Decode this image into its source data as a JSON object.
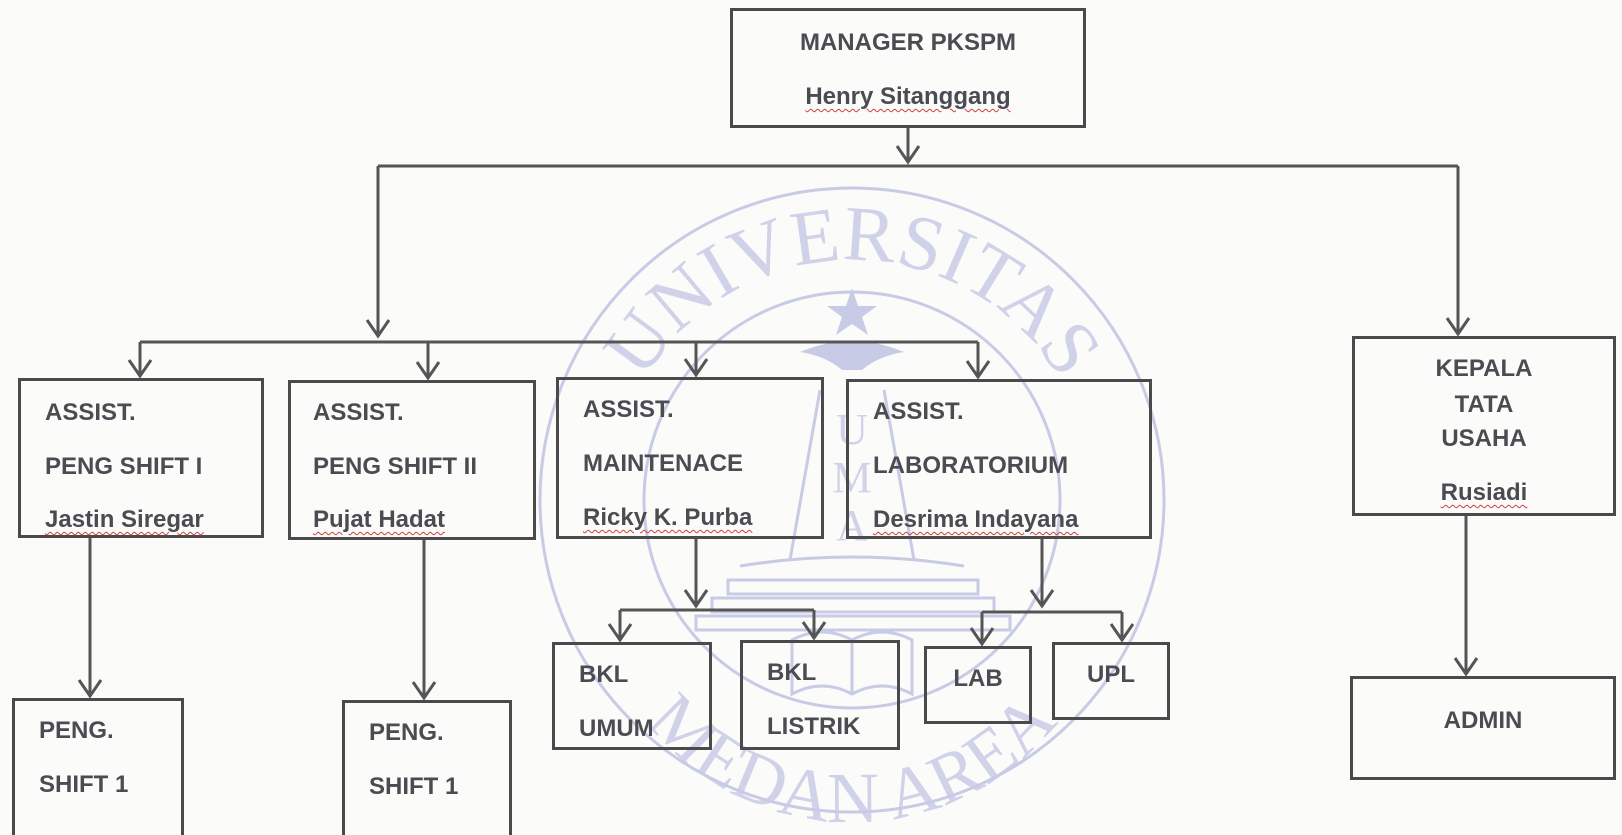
{
  "manager": {
    "title": "MANAGER PKSPM",
    "name": "Henry Sitanggang"
  },
  "assistants": [
    {
      "line1": "ASSIST.",
      "line2": "PENG SHIFT I",
      "name": "Jastin Siregar"
    },
    {
      "line1": "ASSIST.",
      "line2": "PENG SHIFT II",
      "name": "Pujat Hadat"
    },
    {
      "line1": "ASSIST.",
      "line2": "MAINTENACE",
      "name": "Ricky K. Purba"
    },
    {
      "line1": "ASSIST.",
      "line2": "LABORATORIUM",
      "name": "Desrima Indayana"
    }
  ],
  "kepala": {
    "line1": "KEPALA",
    "line2": "TATA",
    "line3": "USAHA",
    "name": "Rusiadi"
  },
  "shift_boxes": [
    {
      "line1": "PENG.",
      "line2": "SHIFT 1"
    },
    {
      "line1": "PENG.",
      "line2": "SHIFT 1"
    }
  ],
  "maintenance_units": [
    {
      "line1": "BKL",
      "line2": "UMUM"
    },
    {
      "line1": "BKL",
      "line2": "LISTRIK"
    }
  ],
  "lab_units": [
    "LAB",
    "UPL"
  ],
  "admin": "ADMIN",
  "watermark": {
    "top_text": "UNIVERSITAS",
    "bottom_text": "MEDAN AREA",
    "center_letters": [
      "U",
      "M",
      "A"
    ],
    "color": "#c8cbe6"
  },
  "colors": {
    "box_border": "#4a4a4a",
    "text": "#4b4b52",
    "arrow": "#555555",
    "spellcheck_underline": "#d04040"
  }
}
